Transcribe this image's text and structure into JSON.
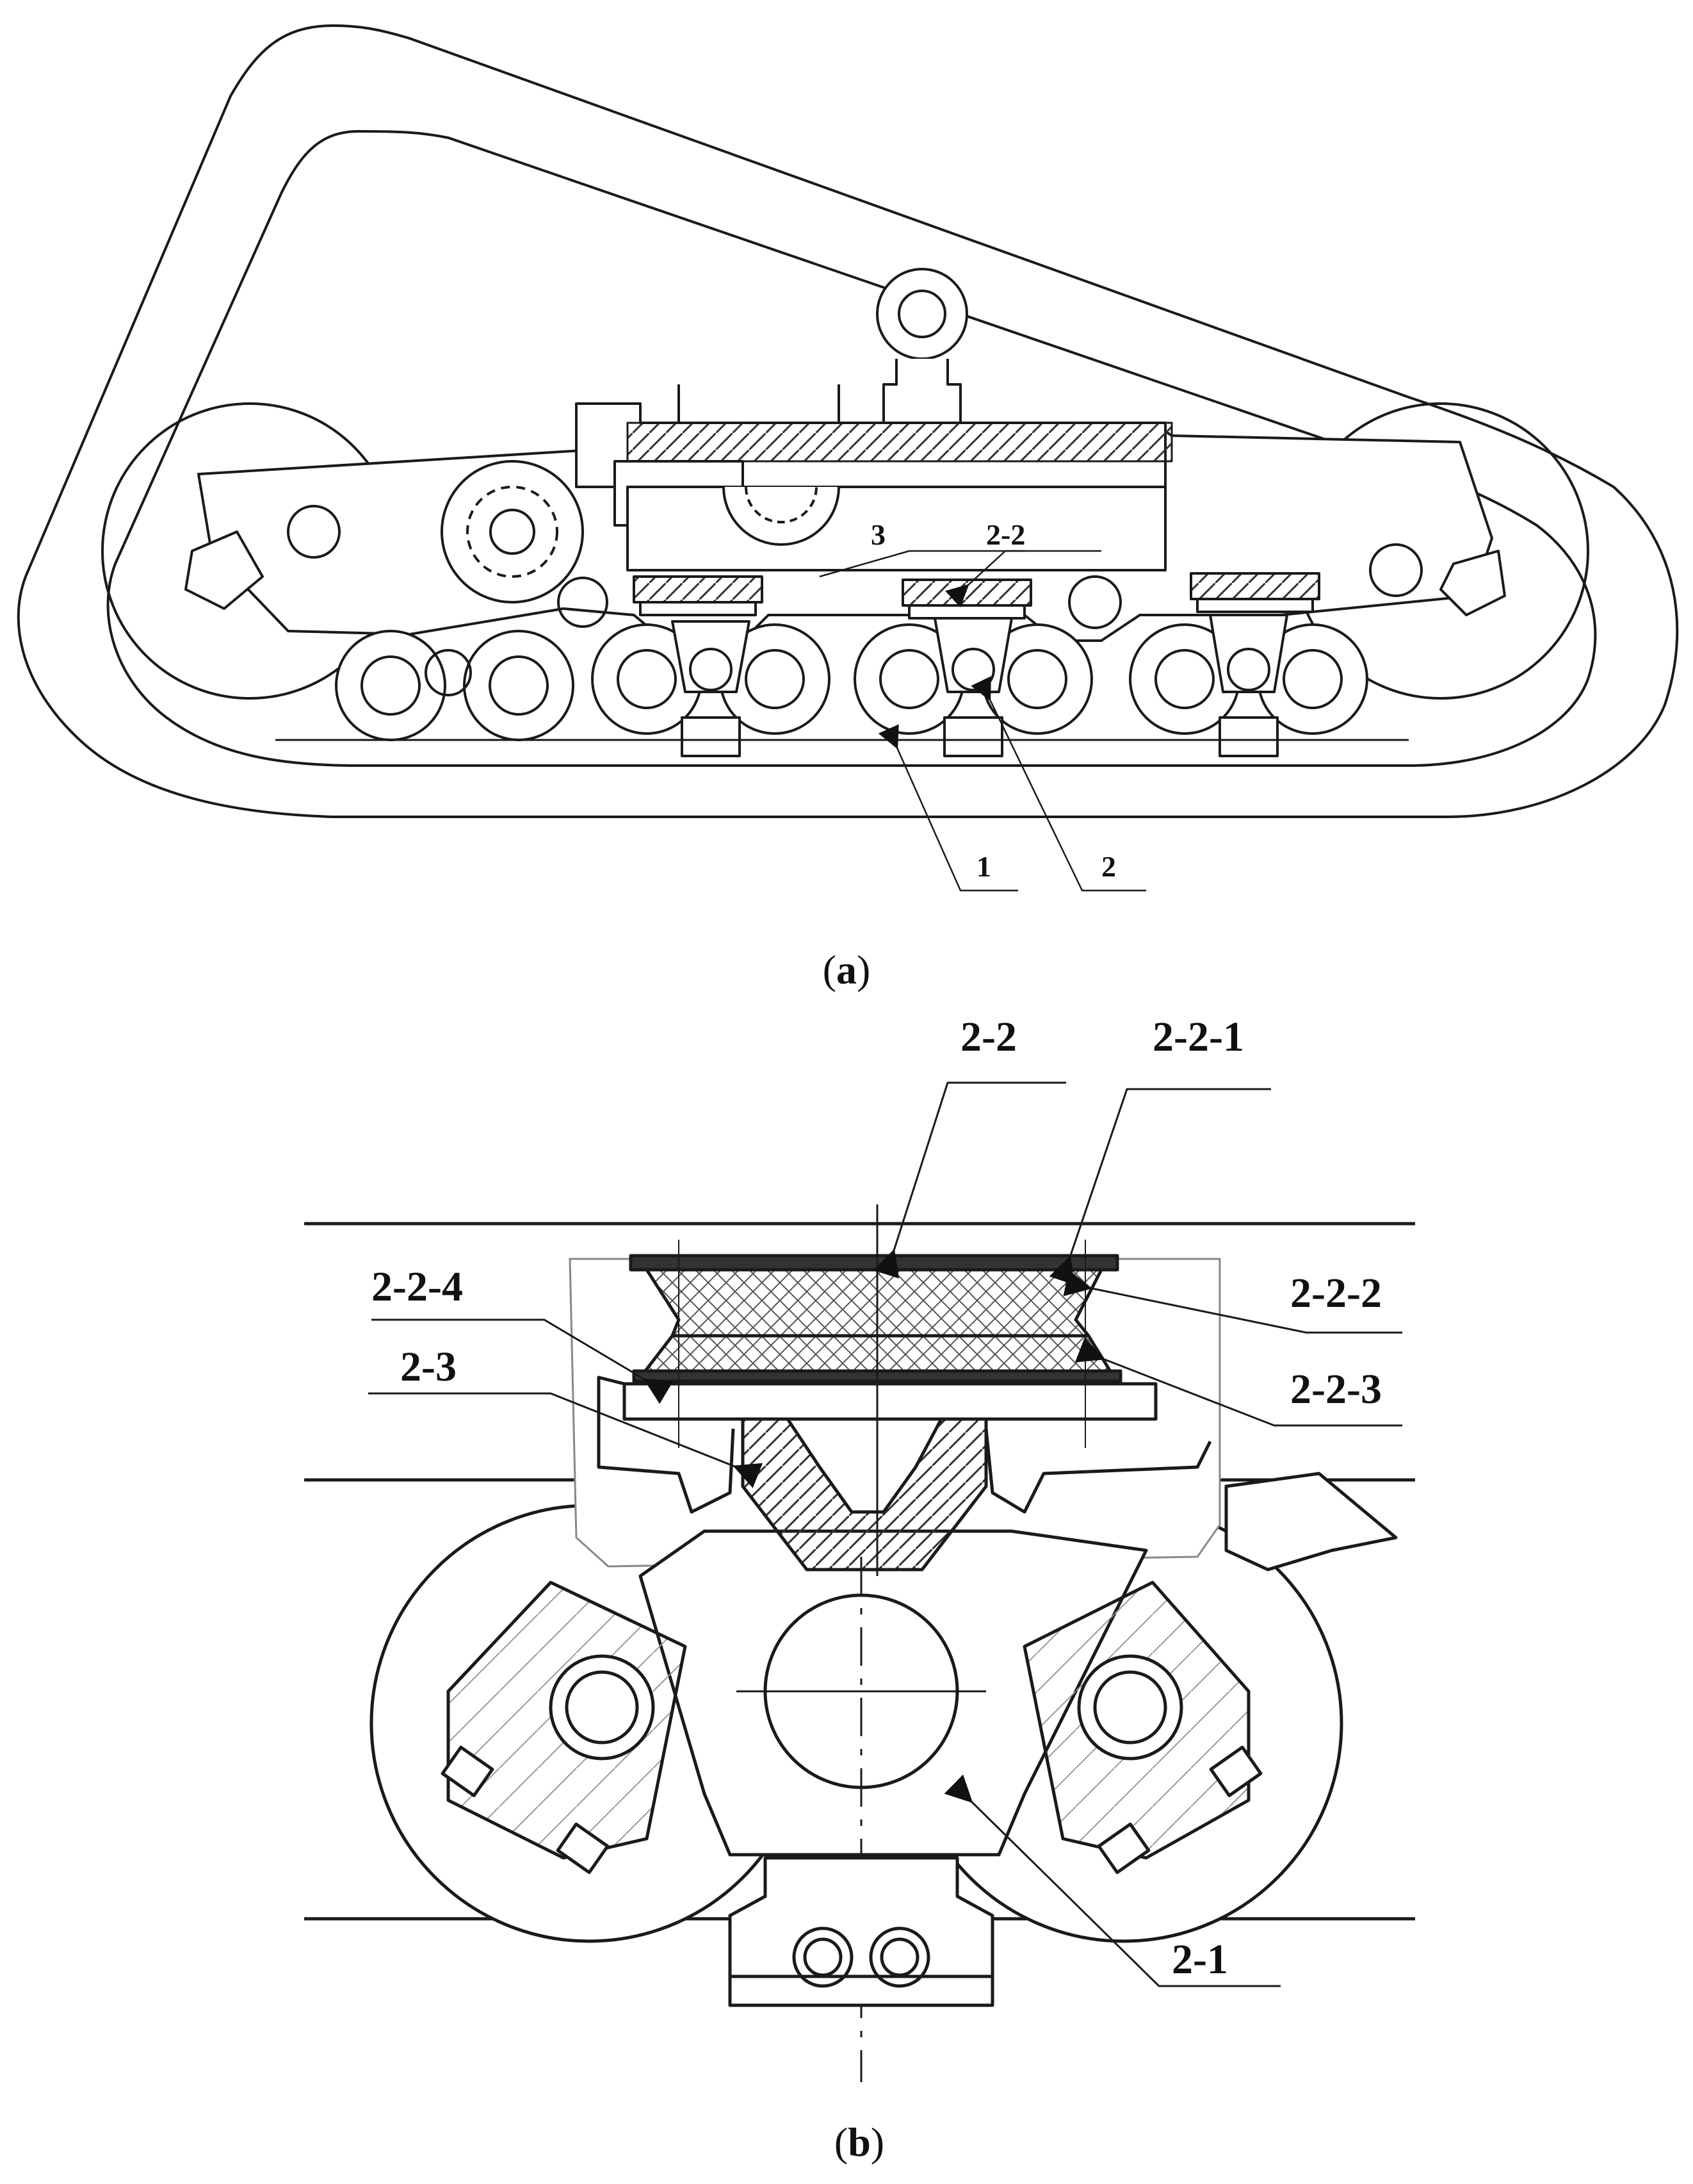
{
  "panel_a": {
    "caption_open": "(",
    "caption_letter": "a",
    "caption_close": ")",
    "labels": {
      "l3": "3",
      "l22": "2-2",
      "l1": "1",
      "l2": "2"
    }
  },
  "panel_b": {
    "caption_open": "(",
    "caption_letter": "b",
    "caption_close": ")",
    "labels": {
      "l22": "2-2",
      "l221": "2-2-1",
      "l224": "2-2-4",
      "l222": "2-2-2",
      "l23": "2-3",
      "l223": "2-2-3",
      "l21": "2-1"
    }
  },
  "colors": {
    "line": "#1a1a1a",
    "hatch": "#444444",
    "background": "#ffffff"
  }
}
